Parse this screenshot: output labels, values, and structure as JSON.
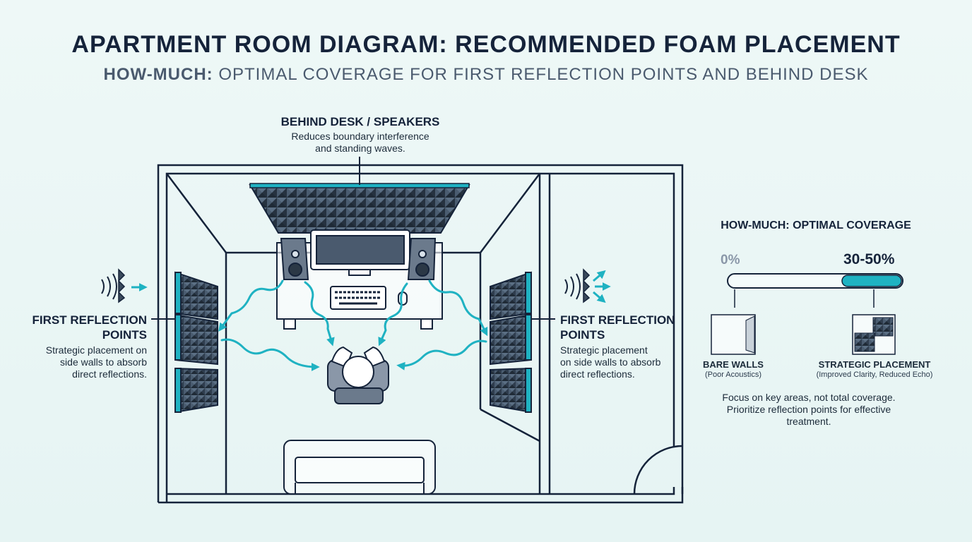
{
  "title": "APARTMENT ROOM DIAGRAM: RECOMMENDED FOAM PLACEMENT",
  "subtitle_prefix": "HOW-MUCH:",
  "subtitle_rest": "OPTIMAL COVERAGE FOR FIRST REFLECTION POINTS AND BEHIND DESK",
  "behind_desk": {
    "heading": "BEHIND DESK / SPEAKERS",
    "line1": "Reduces boundary interference",
    "line2": "and standing waves."
  },
  "left_reflection": {
    "heading1": "FIRST REFLECTION",
    "heading2": "POINTS",
    "line1": "Strategic placement on",
    "line2": "side walls to absorb",
    "line3": "direct reflections."
  },
  "right_reflection": {
    "heading1": "FIRST REFLECTION",
    "heading2": "POINTS",
    "line1": "Strategic placement",
    "line2": "on side walls to absorb",
    "line3": "direct reflections."
  },
  "coverage": {
    "title": "HOW-MUCH: OPTIMAL COVERAGE",
    "start_label": "0%",
    "range_label": "30-50%",
    "range_start": 0.3,
    "range_end": 0.5,
    "bare": {
      "label": "BARE WALLS",
      "sub": "(Poor Acoustics)"
    },
    "strategic": {
      "label": "STRATEGIC PLACEMENT",
      "sub": "(Improved Clarity, Reduced Echo)"
    },
    "note_line1": "Focus on key areas, not total coverage.",
    "note_line2": "Prioritize reflection points for effective",
    "note_line3": "treatment."
  },
  "colors": {
    "accent": "#1fb2c2",
    "ink": "#15233a",
    "foam": "#3a4a5c",
    "background": "#e9f6f5"
  }
}
